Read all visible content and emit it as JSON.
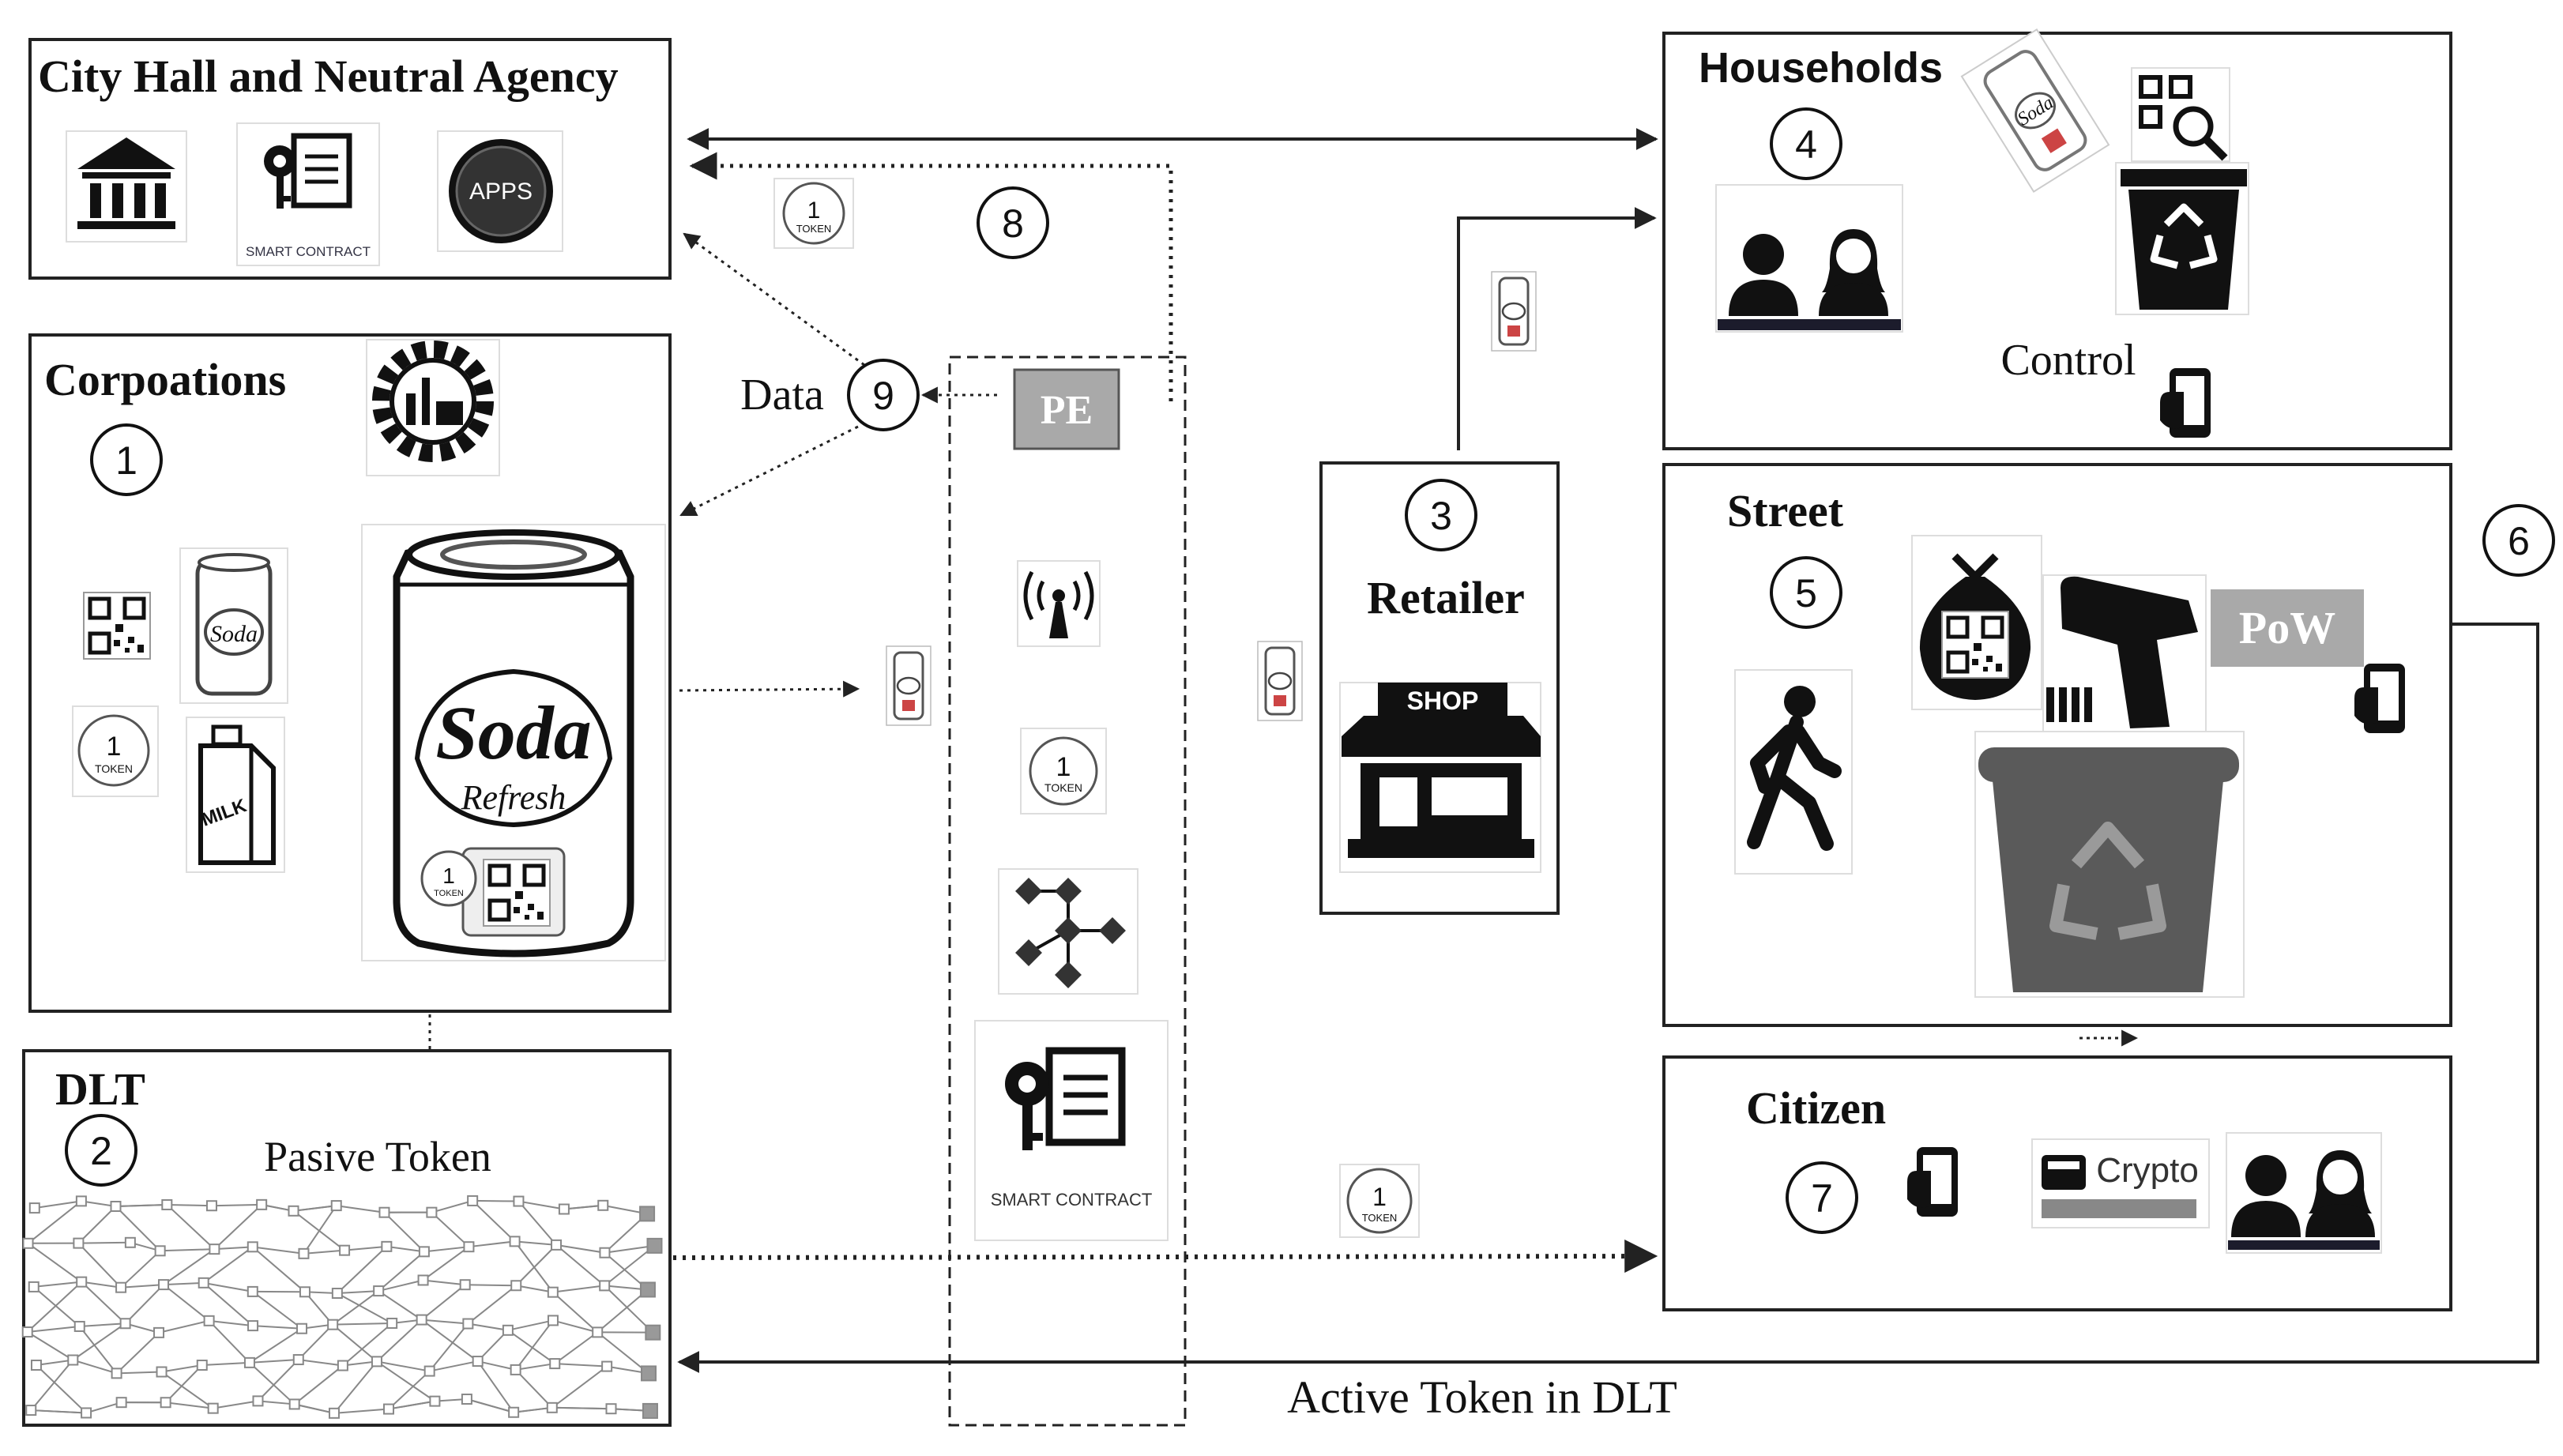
{
  "boxes": {
    "city_hall": "City Hall and Neutral Agency",
    "corporations": "Corpoations",
    "dlt": "DLT",
    "households": "Households",
    "street": "Street",
    "citizen": "Citizen",
    "retailer": "Retailer",
    "pe": "PE",
    "pow": "PoW"
  },
  "labels": {
    "pasive_token": "Pasive Token",
    "active_token": "Active Token in DLT",
    "data": "Data",
    "control": "Control"
  },
  "icons": {
    "apps": "APPS",
    "smart_contract": "SMART CONTRACT",
    "token_number": "1",
    "token_word": "TOKEN",
    "soda": "Soda",
    "refresh": "Refresh",
    "milk": "MILK",
    "shop": "SHOP",
    "crypto": "Crypto"
  },
  "steps": {
    "s1": "1",
    "s2": "2",
    "s3": "3",
    "s4": "4",
    "s5": "5",
    "s6": "6",
    "s7": "7",
    "s8": "8",
    "s9": "9"
  },
  "colors": {
    "stroke": "#222222",
    "pe_fill": "#a9a9a9",
    "pow_fill": "#a9a9a9",
    "bin_gray": "#5a5a5a",
    "text": "#111111"
  }
}
